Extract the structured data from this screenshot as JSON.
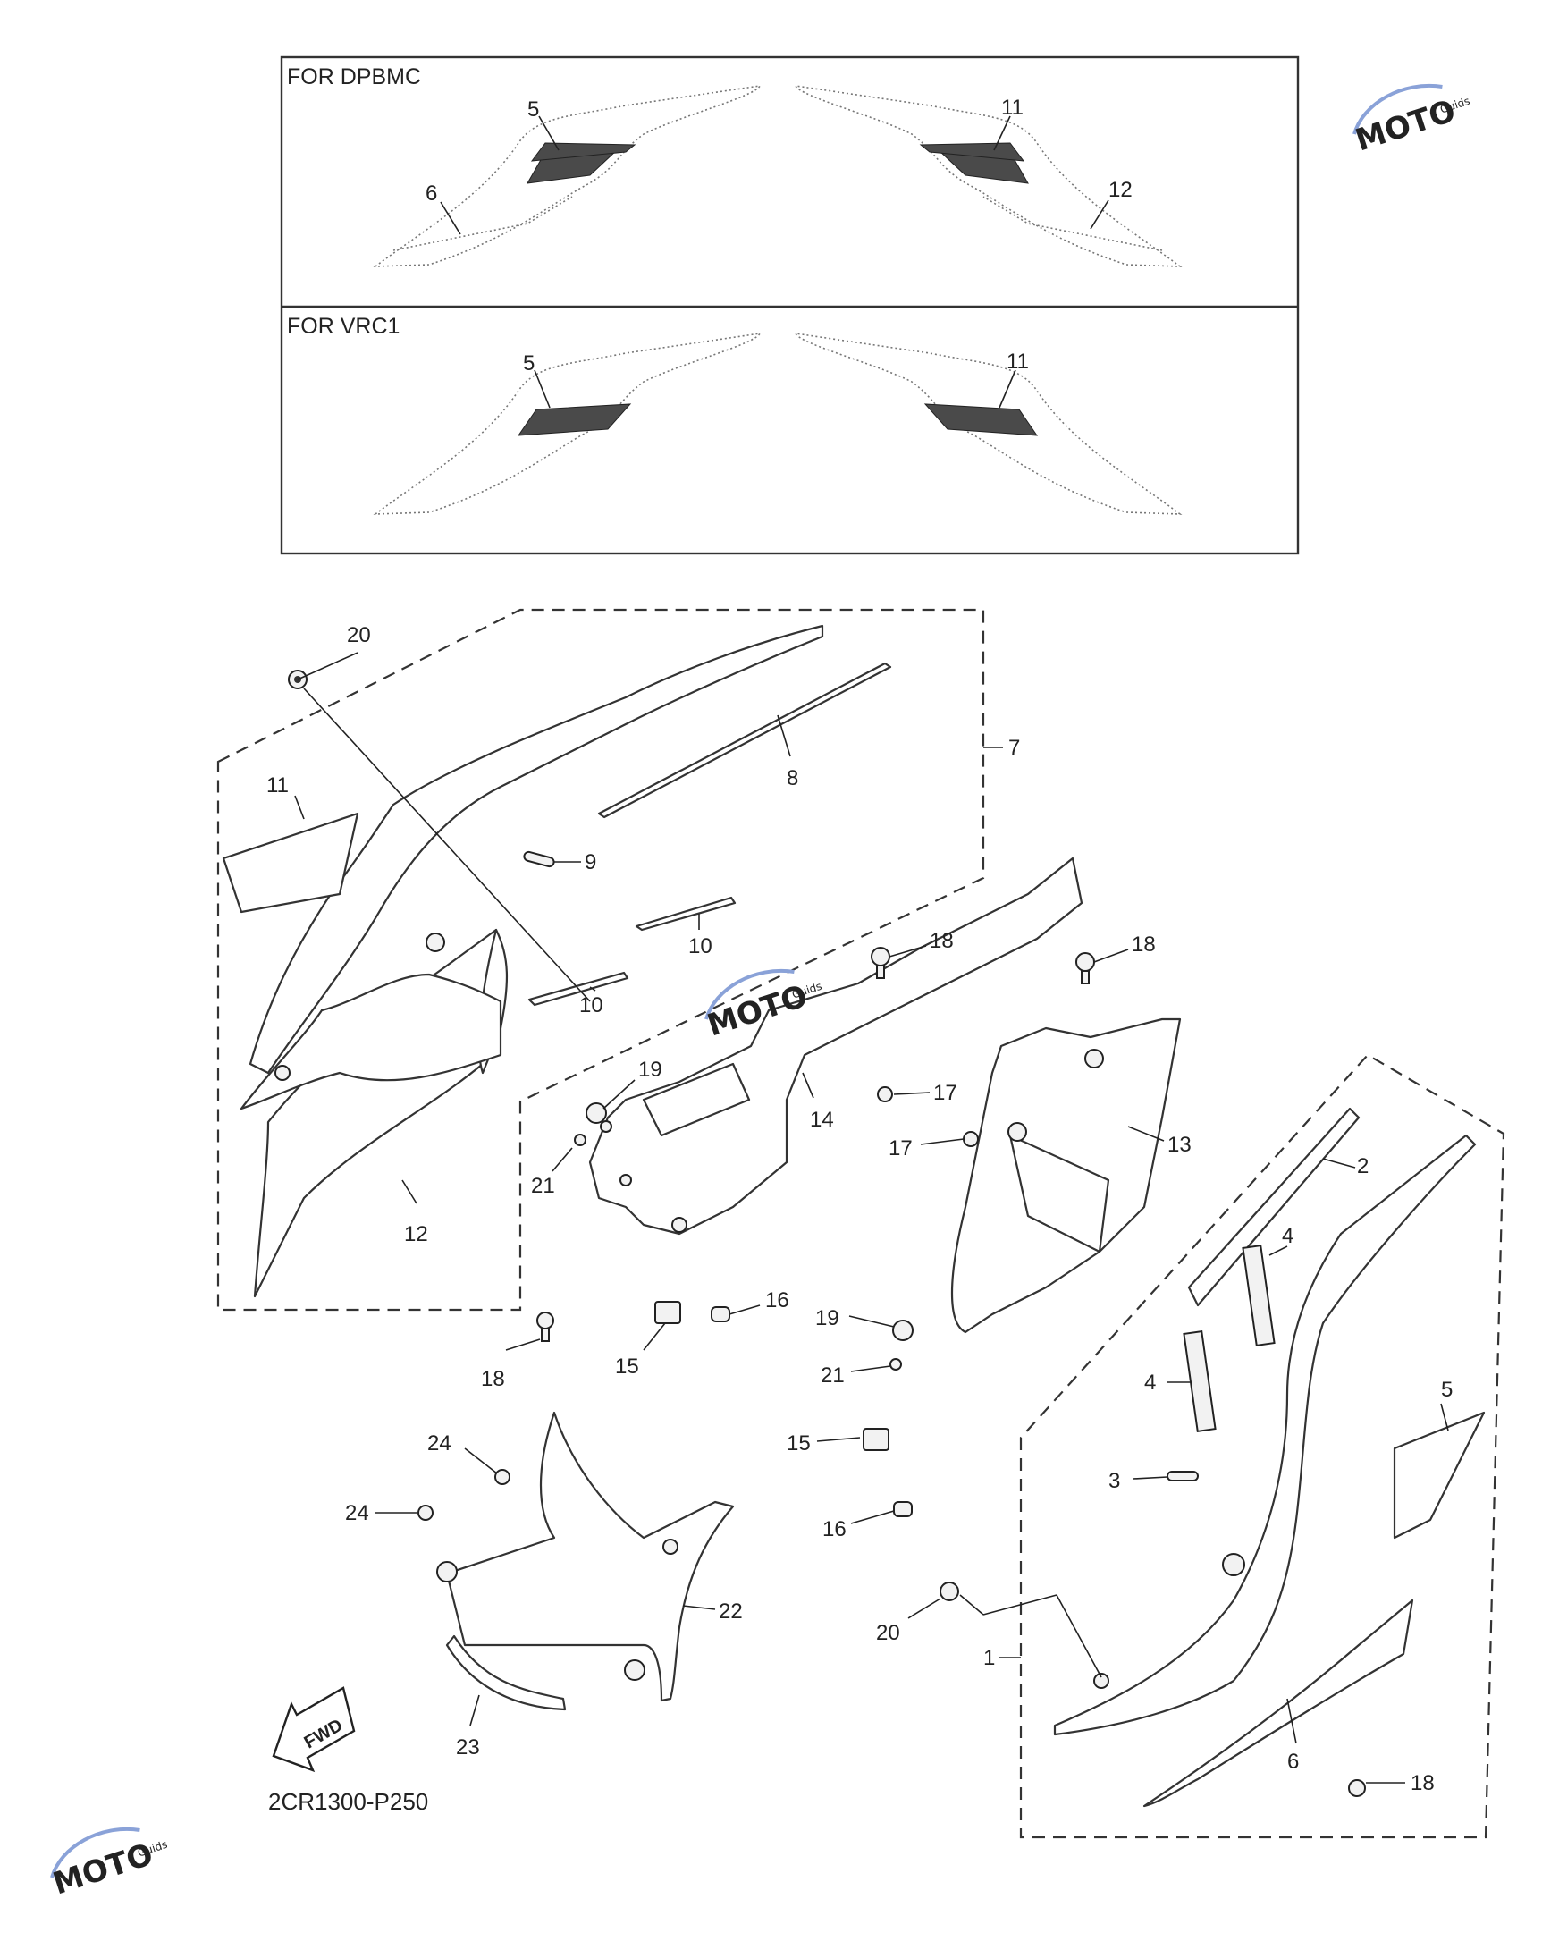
{
  "diagram_code": "2CR1300-P250",
  "variants": [
    {
      "label": "FOR DPBMC"
    },
    {
      "label": "FOR VRC1"
    }
  ],
  "fwd_label": "FWD",
  "watermark": {
    "main": "MOTO",
    "sub": "Guids"
  },
  "callouts": [
    "5",
    "6",
    "11",
    "12",
    "5",
    "11",
    "20",
    "11",
    "9",
    "8",
    "7",
    "10",
    "10",
    "12",
    "18",
    "18",
    "18",
    "14",
    "17",
    "17",
    "13",
    "19",
    "21",
    "16",
    "15",
    "2",
    "4",
    "4",
    "5",
    "3",
    "19",
    "21",
    "15",
    "16",
    "20",
    "1",
    "6",
    "18",
    "24",
    "24",
    "22",
    "23"
  ]
}
